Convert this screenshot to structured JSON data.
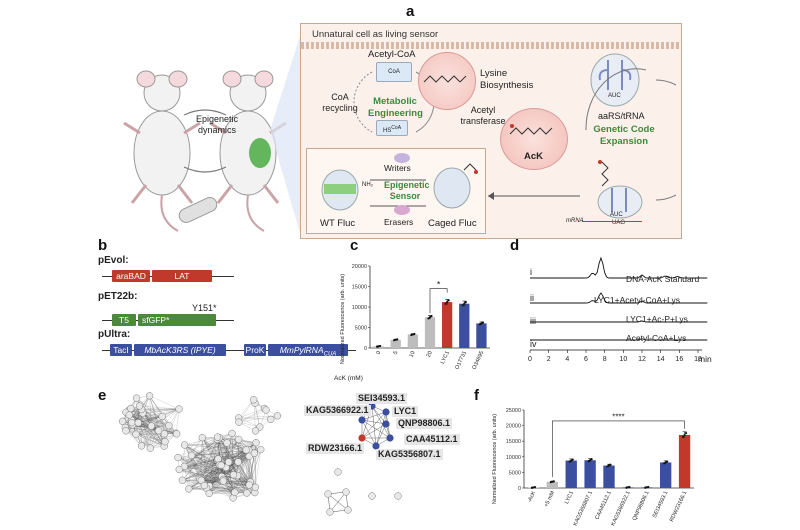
{
  "panels": {
    "a": "a",
    "b": "b",
    "c": "c",
    "d": "d",
    "e": "e",
    "f": "f"
  },
  "panel_a": {
    "header": "Unnatural cell as living sensor",
    "epigenetic_dynamics": "Epigenetic dynamics",
    "acetyl_coa": "Acetyl-CoA",
    "coa_recycling": "CoA recycling",
    "metabolic_engineering": "Metabolic Engineering",
    "hs_coa": "HS",
    "hs_coa_sup": "CoA",
    "sc_coa": "CoA",
    "lysine_biosynthesis": "Lysine Biosynthesis",
    "acetyl_transferase": "Acetyl transferase",
    "ack": "AcK",
    "aars_trna": "aaRS/tRNA",
    "genetic_code_expansion": "Genetic Code Expansion",
    "auc": "AUC",
    "uag": "UAG",
    "mrna": "mRNA",
    "writers": "Writers",
    "erasers": "Erasers",
    "epigenetic_sensor": "Epigenetic Sensor",
    "wt_fluc": "WT Fluc",
    "caged_fluc": "Caged Fluc",
    "nh2": "NH₂"
  },
  "panel_b": {
    "pevol": "pEvol:",
    "pevol_parts": [
      "araBAD",
      "LAT"
    ],
    "pet22b": "pET22b:",
    "pet22b_parts": [
      "T5",
      "sfGFP*"
    ],
    "mutation": "Y151*",
    "pultra": "pUltra:",
    "pultra_parts": [
      "TacI",
      "MbAcK3RS (IPYE)",
      "ProK",
      "MmPylRNA"
    ],
    "trna_sub": "CUA"
  },
  "panel_d": {
    "traces": [
      {
        "id": "i",
        "label": "DNA-AcK Standard"
      },
      {
        "id": "ii",
        "label": "LYC1+Acetyl-CoA+Lys"
      },
      {
        "id": "iii",
        "label": "LYC1+Ac-P+Lys"
      },
      {
        "id": "iv",
        "label": "Acetyl-CoA+Lys"
      }
    ],
    "x_ticks": [
      "0",
      "2",
      "4",
      "6",
      "8",
      "10",
      "12",
      "14",
      "16",
      "18"
    ],
    "x_unit": "min"
  },
  "panel_e": {
    "nodes": [
      "SEI34593.1",
      "KAG5366922.1",
      "LYC1",
      "QNP98806.1",
      "CAA45112.1",
      "RDW23166.1",
      "KAG5356807.1"
    ]
  },
  "chart_data": [
    {
      "type": "bar",
      "panel": "c",
      "categories": [
        "0",
        "5",
        "10",
        "20",
        "LYC1",
        "O17731",
        "O34895"
      ],
      "values": [
        400,
        2000,
        3300,
        7500,
        11200,
        10800,
        6000
      ],
      "colors": [
        "#bdbdbd",
        "#bdbdbd",
        "#bdbdbd",
        "#bdbdbd",
        "#c0392b",
        "#3b4ea0",
        "#3b4ea0"
      ],
      "xlabel": "AcK (mM)",
      "ylabel": "Normalized Fluorescence (arb. units)",
      "ylim": [
        0,
        20000
      ],
      "yticks": [
        "0",
        "5000",
        "10000",
        "15000",
        "20000"
      ],
      "significance": "*"
    },
    {
      "type": "bar",
      "panel": "f",
      "categories": [
        "-AcK",
        "+5 mM",
        "LYC1",
        "KAG5356807.1",
        "CAA45112.1",
        "KAG5366922.1",
        "QNP98806.1",
        "SEI34593.1",
        "RDW23166.1"
      ],
      "values": [
        150,
        2000,
        8800,
        8900,
        7200,
        200,
        200,
        8200,
        17000
      ],
      "colors": [
        "#bdbdbd",
        "#bdbdbd",
        "#3b4ea0",
        "#3b4ea0",
        "#3b4ea0",
        "#3b4ea0",
        "#3b4ea0",
        "#3b4ea0",
        "#c0392b"
      ],
      "ylabel": "Normalized Fluorescence (arb. units)",
      "ylim": [
        0,
        25000
      ],
      "yticks": [
        "0",
        "5000",
        "10000",
        "15000",
        "20000",
        "25000"
      ],
      "significance": "****"
    }
  ]
}
